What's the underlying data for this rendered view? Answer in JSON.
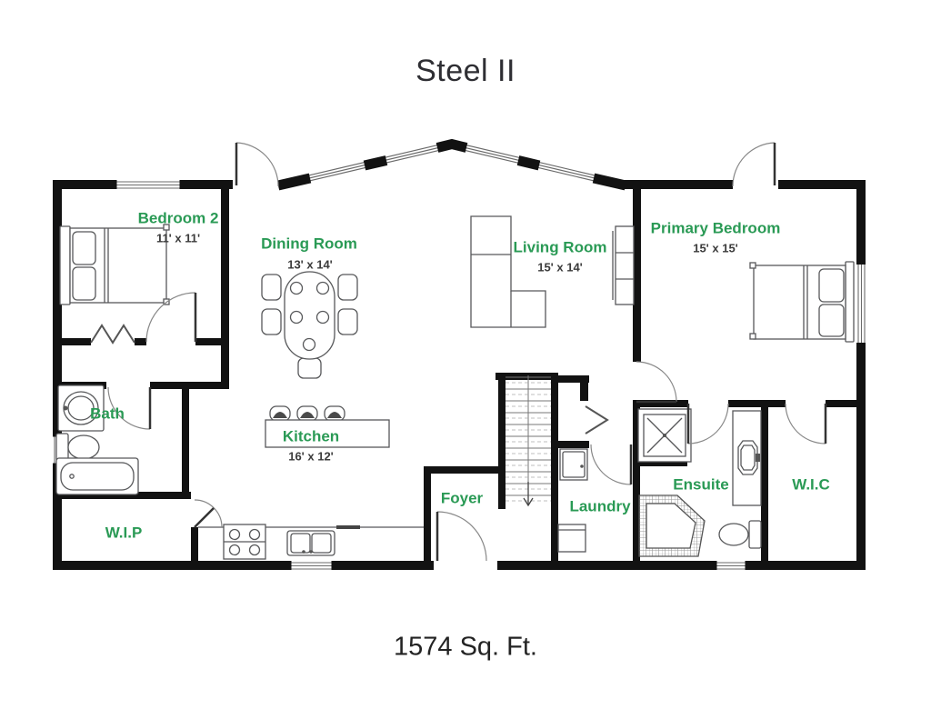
{
  "title": "Steel II",
  "footer": {
    "area": "1574 Sq. Ft."
  },
  "colors": {
    "room_label_green": "#2A9A55",
    "dimension_text": "#3B3B3B",
    "walls": "#121212",
    "title_text": "#2E2E33"
  },
  "rooms": [
    {
      "name": "Bedroom 2",
      "dimensions": "11' x 11'"
    },
    {
      "name": "Dining Room",
      "dimensions": "13' x 14'"
    },
    {
      "name": "Living Room",
      "dimensions": "15' x 14'"
    },
    {
      "name": "Primary Bedroom",
      "dimensions": "15' x 15'"
    },
    {
      "name": "Kitchen",
      "dimensions": "16' x 12'"
    },
    {
      "name": "Bath"
    },
    {
      "name": "Foyer"
    },
    {
      "name": "Laundry"
    },
    {
      "name": "Ensuite"
    },
    {
      "name": "W.I.C"
    },
    {
      "name": "W.I.P"
    }
  ],
  "fixtures": [
    "double-bed",
    "double-bed",
    "dining-table-with-chairs",
    "kitchen-island-with-stools",
    "stove",
    "double-sink",
    "sectional-sofa",
    "tv-console",
    "staircase-down",
    "washer",
    "dryer",
    "pedestal-sink",
    "toilet",
    "bathtub",
    "shower",
    "corner-tub",
    "vanity-sink",
    "toilet"
  ]
}
